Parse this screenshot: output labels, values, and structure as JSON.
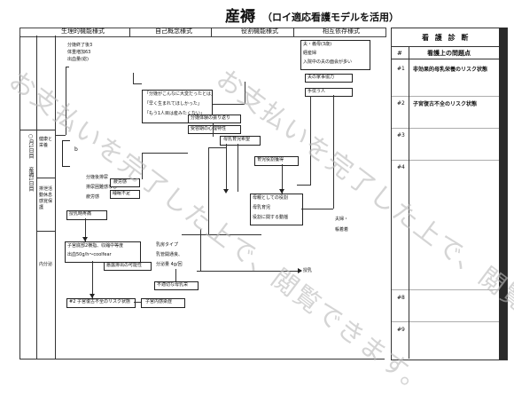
{
  "document": {
    "title": "産褥",
    "subtitle": "（ロイ適応看護モデルを活用）"
  },
  "modes": {
    "physiological": "生理的機能様式",
    "self_concept": "自己概念様式",
    "role": "役割機能様式",
    "interdependence": "相互依存様式"
  },
  "nursing_panel": {
    "title": "看 護 診 断",
    "col_num": "#",
    "col_problem": "看護上の問題点",
    "problems": [
      {
        "num": "#1",
        "text": "非効果的母乳栄養のリスク状態"
      },
      {
        "num": "#2",
        "text": "子宮復古不全のリスク状態"
      },
      {
        "num": "#3",
        "text": ""
      },
      {
        "num": "#4",
        "text": ""
      },
      {
        "num": "#8",
        "text": ""
      },
      {
        "num": "#9",
        "text": ""
      }
    ]
  },
  "left_column": {
    "date_label": "○月1日目",
    "day_label": "産褥1日目",
    "rows": [
      "健康と栄養",
      "排泄活動休息感覚保護",
      "内分泌"
    ]
  },
  "diagram": {
    "physio_notes": [
      "分娩終了後3",
      "体重増加63",
      "出血量(総)"
    ],
    "quote_box": [
      "「分娩がこんなに大変だったとは」",
      "「早く生まれてほしかった」",
      "「もう1人目は産みたくない」"
    ],
    "feelings": [
      "分娩体験の振り返り",
      "受容期の心理特性"
    ],
    "breast_care": "母乳育児希望",
    "role": "育児役割獲得",
    "support": [
      "夫・義母(3歳)",
      "経産婦",
      "入院中の夫の面会が多い"
    ],
    "support2": "夫の家事協力",
    "support3": "手伝う人",
    "mid": [
      "母親としての役割",
      "母乳育児",
      "役割に関する動揺"
    ],
    "right_small": [
      "夫婦・",
      "帳着着"
    ],
    "excretion": [
      "分娩後排尿",
      "排尿困難感なし",
      "疲労感"
    ],
    "fatigue": "疲労感",
    "sleep": "睡眠不足",
    "mobility": "授乳時疼痛",
    "uterus": [
      "子宮底部2横指、収縮中等度",
      "出血50g/h～coolfear"
    ],
    "lochia": "悪露排出の可能性",
    "breast": [
      "乳房タイプ",
      "乳管開通良、",
      "分泌量 4g/回"
    ],
    "breast2": "不適切な母乳栄",
    "problem2": "#2 子宮復古不全のリスク状態",
    "problem2b": "子宮内感染症",
    "misc": "授乳",
    "label_b": "b"
  },
  "watermark": "お支払いを完了した上で、閲覧できます。"
}
